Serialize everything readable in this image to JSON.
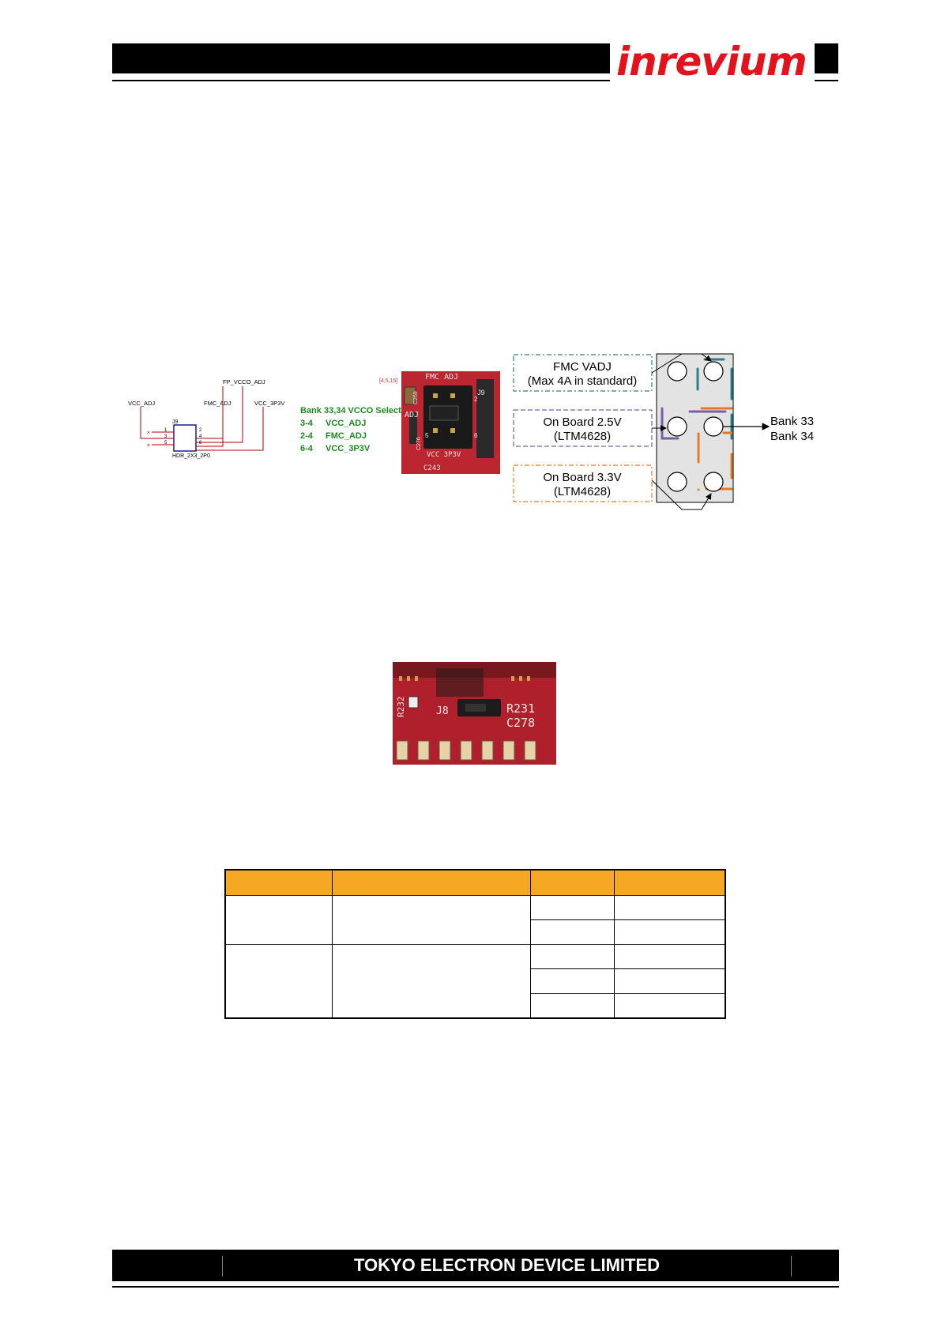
{
  "header": {
    "logo": "inrevium"
  },
  "footer": {
    "company": "TOKYO ELECTRON DEVICE LIMITED"
  },
  "schematic": {
    "net_fp_vcco_adj": "FP_VCCO_ADJ",
    "net_vcc_adj": "VCC_ADJ",
    "net_fmc_adj": "FMC_ADJ",
    "net_vcc_3p3v": "VCC_3P3V",
    "ref": "J9",
    "part": "HDR_2X3_2P0",
    "sheet_ref": "[4,5,15]",
    "pins_left": [
      "1",
      "3",
      "5"
    ],
    "pins_right": [
      "2",
      "4",
      "6"
    ],
    "select_title": "Bank 33,34 VCCO Select",
    "options": [
      {
        "pins": "3-4",
        "net": "VCC_ADJ"
      },
      {
        "pins": "2-4",
        "net": "FMC_ADJ"
      },
      {
        "pins": "6-4",
        "net": "VCC_3P3V"
      }
    ]
  },
  "photo1": {
    "silk_top": "FMC ADJ",
    "silk_left": "ADJ",
    "silk_bottom": "VCC 3P3V",
    "silk_c269": "C269",
    "silk_c276": "C276",
    "silk_c243": "C243",
    "silk_j9": "J9",
    "pin_2": "2",
    "pin_5": "5",
    "pin_6": "6"
  },
  "jumper_diagram": {
    "fmc_label_line1": "FMC VADJ",
    "fmc_label_line2": "(Max 4A in standard)",
    "ob25_line1": "On Board 2.5V",
    "ob25_line2": "(LTM4628)",
    "ob33_line1": "On Board 3.3V",
    "ob33_line2": "(LTM4628)",
    "out_line1": "Bank 33",
    "out_line2": "Bank 34",
    "colors": {
      "fmc": "#2b7f8c",
      "ob25": "#7b5ea7",
      "ob33": "#e07b2a"
    }
  },
  "photo2": {
    "silk_r232": "R232",
    "silk_j8": "J8",
    "silk_r231": "R231",
    "silk_c278": "C278"
  },
  "table": {
    "rows": 5,
    "header_color": "#f5a623"
  }
}
